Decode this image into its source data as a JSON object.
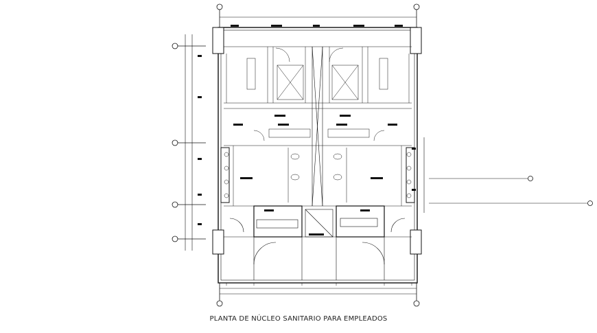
{
  "caption": "PLANTA DE NÚCLEO SANITARIO PARA EMPLEADOS",
  "colors": {
    "background": "#ffffff",
    "line": "#111111",
    "dimension": "#333333"
  },
  "gridlines": {
    "vertical_bubble_icon": "circle-axis-bubble",
    "horizontal_bubble_icon": "circle-axis-bubble"
  }
}
